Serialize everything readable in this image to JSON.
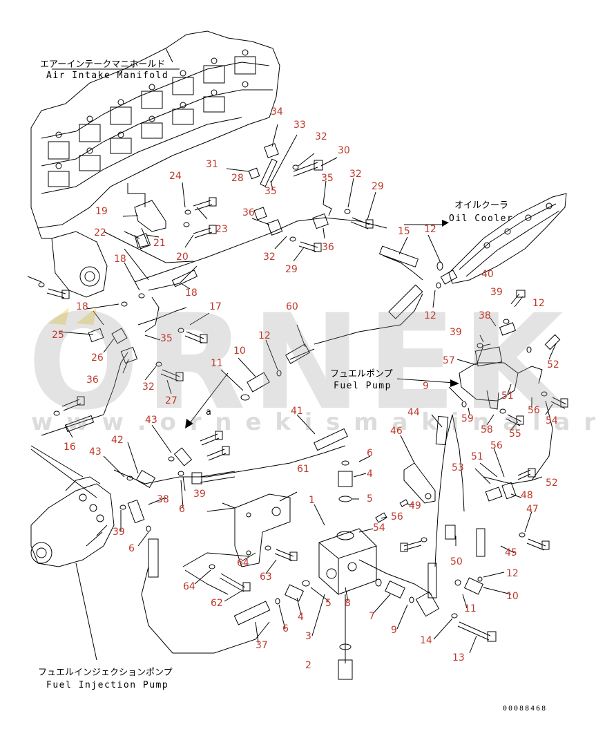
{
  "labels": {
    "air_intake_jp": "エアーインテークマニホールド",
    "air_intake_en": "Air Intake Manifold",
    "oil_cooler_jp": "オイルクーラ",
    "oil_cooler_en": "Oil Cooler",
    "fuel_pump_jp": "フュエルポンプ",
    "fuel_pump_en": "Fuel Pump",
    "fuel_injection_pump_jp": "フュエルインジェクションポンプ",
    "fuel_injection_pump_en": "Fuel Injection Pump",
    "view_marker": "a",
    "part_number": "00088468"
  },
  "watermark": {
    "brand": "ORNEK",
    "url": "w w w . o r n e k i s m a k i n a l a r i . c o m . t r"
  },
  "callouts": [
    {
      "n": "34"
    },
    {
      "n": "33"
    },
    {
      "n": "32"
    },
    {
      "n": "30"
    },
    {
      "n": "31"
    },
    {
      "n": "28"
    },
    {
      "n": "35"
    },
    {
      "n": "35"
    },
    {
      "n": "32"
    },
    {
      "n": "29"
    },
    {
      "n": "24"
    },
    {
      "n": "19"
    },
    {
      "n": "23"
    },
    {
      "n": "22"
    },
    {
      "n": "21"
    },
    {
      "n": "20"
    },
    {
      "n": "36"
    },
    {
      "n": "36"
    },
    {
      "n": "32"
    },
    {
      "n": "29"
    },
    {
      "n": "15"
    },
    {
      "n": "12"
    },
    {
      "n": "40"
    },
    {
      "n": "18"
    },
    {
      "n": "18"
    },
    {
      "n": "18"
    },
    {
      "n": "39"
    },
    {
      "n": "12"
    },
    {
      "n": "12"
    },
    {
      "n": "38"
    },
    {
      "n": "60"
    },
    {
      "n": "17"
    },
    {
      "n": "25"
    },
    {
      "n": "26"
    },
    {
      "n": "35"
    },
    {
      "n": "39"
    },
    {
      "n": "52"
    },
    {
      "n": "12"
    },
    {
      "n": "10"
    },
    {
      "n": "57"
    },
    {
      "n": "36"
    },
    {
      "n": "32"
    },
    {
      "n": "11"
    },
    {
      "n": "9"
    },
    {
      "n": "51"
    },
    {
      "n": "27"
    },
    {
      "n": "56"
    },
    {
      "n": "54"
    },
    {
      "n": "41"
    },
    {
      "n": "44"
    },
    {
      "n": "59"
    },
    {
      "n": "58"
    },
    {
      "n": "55"
    },
    {
      "n": "43"
    },
    {
      "n": "16"
    },
    {
      "n": "46"
    },
    {
      "n": "56"
    },
    {
      "n": "42"
    },
    {
      "n": "43"
    },
    {
      "n": "6"
    },
    {
      "n": "61"
    },
    {
      "n": "51"
    },
    {
      "n": "4"
    },
    {
      "n": "53"
    },
    {
      "n": "52"
    },
    {
      "n": "39"
    },
    {
      "n": "38"
    },
    {
      "n": "1"
    },
    {
      "n": "5"
    },
    {
      "n": "48"
    },
    {
      "n": "6"
    },
    {
      "n": "49"
    },
    {
      "n": "56"
    },
    {
      "n": "47"
    },
    {
      "n": "39"
    },
    {
      "n": "54"
    },
    {
      "n": "6"
    },
    {
      "n": "45"
    },
    {
      "n": "64"
    },
    {
      "n": "50"
    },
    {
      "n": "63"
    },
    {
      "n": "12"
    },
    {
      "n": "64"
    },
    {
      "n": "10"
    },
    {
      "n": "62"
    },
    {
      "n": "4"
    },
    {
      "n": "5"
    },
    {
      "n": "8"
    },
    {
      "n": "11"
    },
    {
      "n": "7"
    },
    {
      "n": "6"
    },
    {
      "n": "9"
    },
    {
      "n": "14"
    },
    {
      "n": "3"
    },
    {
      "n": "37"
    },
    {
      "n": "13"
    },
    {
      "n": "2"
    }
  ]
}
